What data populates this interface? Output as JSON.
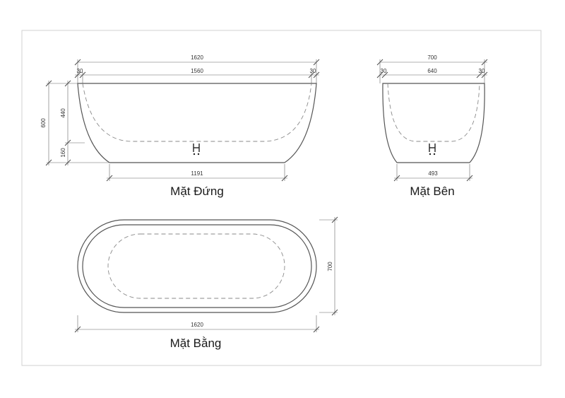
{
  "front_view": {
    "title": "Mặt Đứng",
    "overall_length": "1620",
    "inner_length": "1560",
    "rim_left": "30",
    "rim_right": "30",
    "base_length": "1191",
    "overall_height": "600",
    "depth": "440",
    "base_height": "160"
  },
  "side_view": {
    "title": "Mặt Bên",
    "overall_width": "700",
    "inner_width": "640",
    "rim_left": "30",
    "rim_right": "30",
    "base_width": "493"
  },
  "plan_view": {
    "title": "Mặt Bằng",
    "length": "1620",
    "width": "700"
  },
  "colors": {
    "line": "#555555",
    "hidden_line": "#8a8a8a",
    "frame": "#d0d0d0"
  }
}
